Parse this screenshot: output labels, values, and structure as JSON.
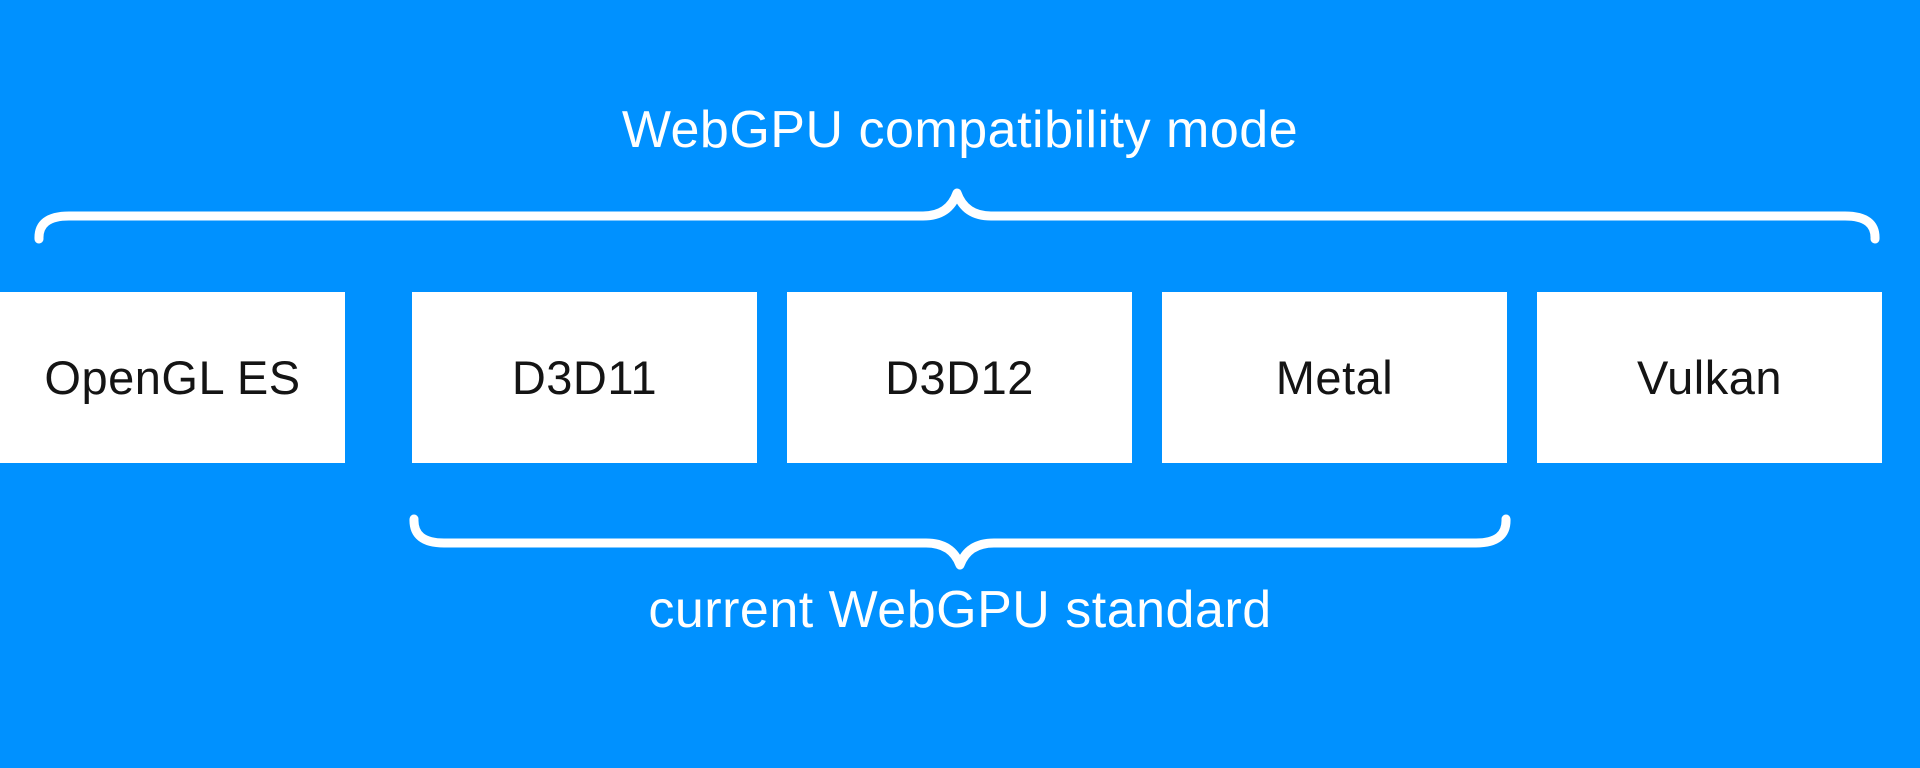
{
  "colors": {
    "background": "#0091ff",
    "box_fill": "#ffffff",
    "box_label_text": "#141414",
    "caption_text": "#ffffff",
    "brace_stroke": "#ffffff"
  },
  "captions": {
    "top": "WebGPU compatibility mode",
    "bottom": "current WebGPU standard"
  },
  "boxes": [
    {
      "label": "D3D11"
    },
    {
      "label": "D3D12"
    },
    {
      "label": "Metal"
    },
    {
      "label": "Vulkan"
    },
    {
      "label": "OpenGL ES"
    }
  ],
  "groupings": [
    {
      "caption": "WebGPU compatibility mode",
      "covers": "D3D11, D3D12, Metal, Vulkan, OpenGL ES"
    },
    {
      "caption": "current WebGPU standard",
      "covers": "D3D12, Metal, Vulkan"
    }
  ]
}
